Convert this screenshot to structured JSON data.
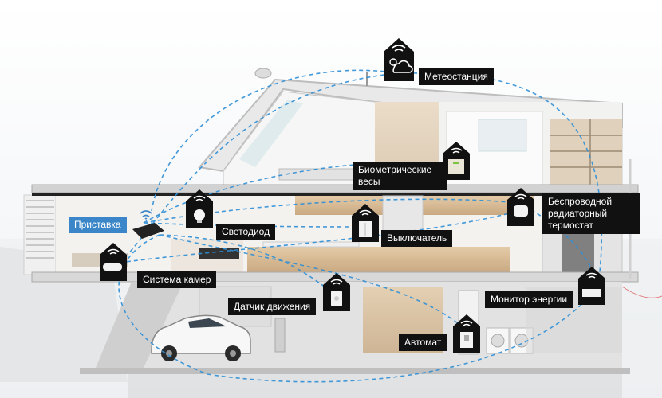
{
  "labels": {
    "weather_station": "Метеостанция",
    "scale": "Биометрические весы",
    "thermostat": "Беспроводной радиаторный термостат",
    "settop_box": "Приставка",
    "led": "Светодиод",
    "switch": "Выключатель",
    "camera": "Система камер",
    "motion": "Датчик движения",
    "energy": "Монитор энергии",
    "breaker": "Автомат"
  },
  "icons": {
    "weather_station": "weather-cloud-sun-icon",
    "scale": "bathroom-scale-icon",
    "thermostat": "radiator-thermostat-icon",
    "settop_box": "set-top-box-icon",
    "led": "led-bulb-icon",
    "switch": "light-switch-icon",
    "camera": "security-camera-icon",
    "motion": "motion-sensor-icon",
    "energy": "energy-monitor-icon",
    "breaker": "circuit-breaker-icon"
  },
  "colors": {
    "label_bg": "#111111",
    "highlight_label_bg": "#3a86c8",
    "wireless_link": "#2f8fd6",
    "house_wall": "#e6e6e6"
  }
}
